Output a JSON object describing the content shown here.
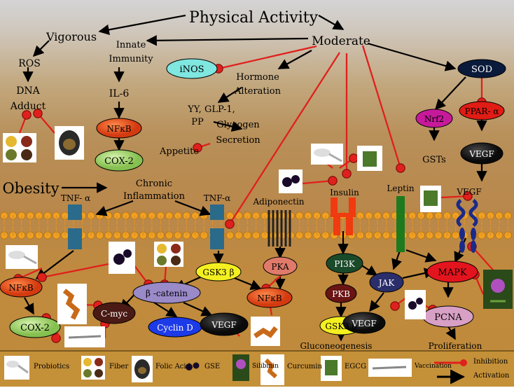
{
  "title": "Physical Activity",
  "nodes": {
    "vigorous": "Vigorous",
    "moderate": "Moderate",
    "innate_immunity_1": "Innate",
    "innate_immunity_2": "Immunity",
    "ros": "ROS",
    "dna": "DNA",
    "adduct": "Adduct",
    "il6": "IL-6",
    "nfkb_top": "NFκB",
    "cox2_top": "COX-2",
    "inos": "iNOS",
    "hormone_1": "Hormone",
    "hormone_2": "Alteration",
    "yy_1": "YY, GLP-1,",
    "yy_2": "PP",
    "glycogen_1": "Glycogen",
    "glycogen_2": "Secretion",
    "appetite": "Appetite",
    "sod": "SOD",
    "nrf2": "Nrf2",
    "ppar": "PPAR- α",
    "gsts": "GSTs",
    "vegf_right_top": "VEGF",
    "vegf_right_label": "VEGF",
    "obesity": "Obesity",
    "chronic_1": "Chronic",
    "chronic_2": "Inflammation",
    "tnf_left": "TNF- α",
    "tnf_right": "TNF-α",
    "adiponectin": "Adiponectin",
    "insulin": "Insulin",
    "leptin": "Leptin",
    "nfkb_left": "NFκB",
    "cox2_left": "COX-2",
    "cmyc": "C-myc",
    "bcatenin": "β -catenin",
    "cyclind": "Cyclin D",
    "vegf_mid": "VEGF",
    "gsk3_mid": "GSK3 β",
    "pka": "PKA",
    "nfkb_mid": "NFκB",
    "pi3k": "PI3K",
    "pkb": "PKB",
    "gsk3_low": "GSK3 β",
    "gluconeo": "Gluconeogenesis",
    "jak": "JAK",
    "vegf_low": "VEGF",
    "mapk": "MAPK",
    "pcna": "PCNA",
    "proliferation": "Proliferation"
  },
  "legend": {
    "probiotics": "Probiotics",
    "fiber": "Fiber",
    "folic_acid": "Folic Acid",
    "gse": "GSE",
    "silibinin": "Silibinin",
    "curcumin": "Curcumin",
    "egcg": "EGCG",
    "vaccination": "Vaccination",
    "inhibition": "Inhibition",
    "activation": "Activation"
  },
  "colors": {
    "inhibition": "#e0201c",
    "nfkb": "#e8521a",
    "cox2": "#a7d880",
    "inos": "#7fe6e0",
    "sod": "#0a1a3a",
    "nrf2": "#c61a9a",
    "ppar": "#e01c14",
    "vegf_dark": "#1a1a1a",
    "bcatenin": "#9a8ac8",
    "cyclind": "#1c3ae8",
    "gsk3": "#f4f020",
    "pka": "#e07a6a",
    "pi3k": "#1a4a2a",
    "pkb": "#6a1414",
    "jak": "#2a2e6a",
    "mapk": "#e4141e",
    "pcna": "#d8a0c4",
    "cmyc": "#4a1a14",
    "membrane": "#f0a020"
  }
}
